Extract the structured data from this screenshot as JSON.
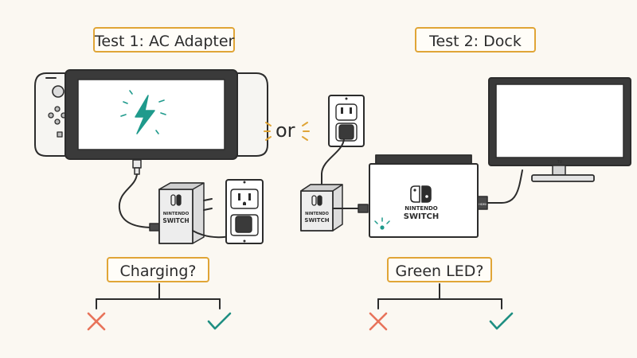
{
  "test1": {
    "title": "Test 1: AC Adapter",
    "question": "Charging?",
    "adapter_brand_line1": "NINTENDO",
    "adapter_brand_line2": "SWITCH"
  },
  "connector_text": "or",
  "test2": {
    "title": "Test 2: Dock",
    "question": "Green LED?",
    "adapter_brand_line1": "NINTENDO",
    "adapter_brand_line2": "SWITCH",
    "dock_brand_line1": "NINTENDO",
    "dock_brand_line2": "SWITCH",
    "tv_label": "TV",
    "hdmi_label": "HDMI"
  },
  "outcomes": {
    "fail_icon": "cross-icon",
    "pass_icon": "check-icon"
  },
  "colors": {
    "label_border": "#e0a537",
    "bolt": "#1f9a8c",
    "led": "#1f9a8c",
    "cross": "#e8735a",
    "check": "#1f8f82",
    "ink": "#2c2c2c"
  }
}
